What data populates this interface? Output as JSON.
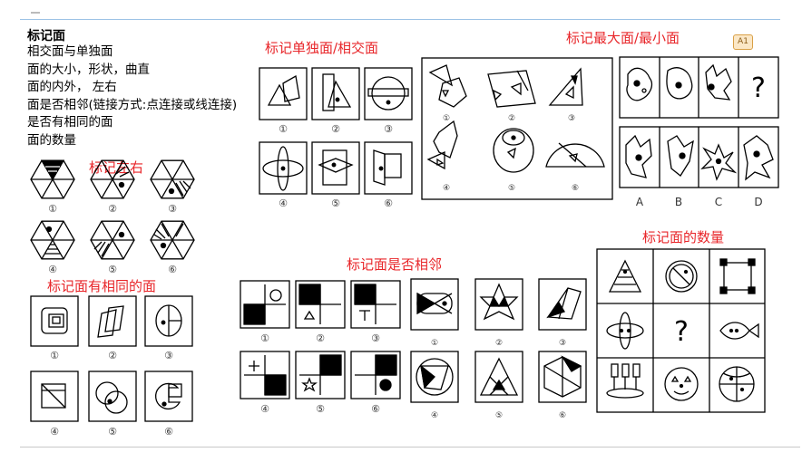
{
  "intro": {
    "title": "标记面",
    "lines": [
      "相交面与单独面",
      "面的大小，形状，曲直",
      "面的内外，  左右",
      "面是否相邻(链接方式:点连接或线连接)",
      "是否有相同的面",
      "面的数量"
    ]
  },
  "sections": {
    "left_right": "标记左右",
    "same_face": "标记面有相同的面",
    "single_intersect": "标记单独面/相交面",
    "adjacent": "标记面是否相邻",
    "largest_smallest": "标记最大面/最小面",
    "face_count": "标记面的数量"
  },
  "badge": "A1",
  "circled_numbers": [
    "①",
    "②",
    "③",
    "④",
    "⑤",
    "⑥"
  ],
  "options": [
    "A",
    "B",
    "C",
    "D"
  ],
  "question_mark": "?"
}
